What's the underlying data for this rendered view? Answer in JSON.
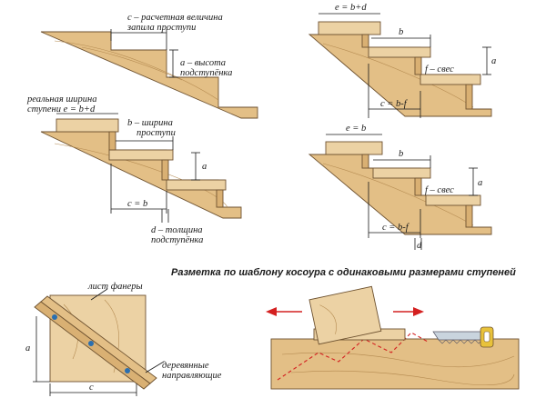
{
  "labels": {
    "c_cut": [
      "c – расчетная величина",
      "запила проступи"
    ],
    "a_riser": [
      "a – высота",
      "подступёнка"
    ],
    "real_width": [
      "реальная ширина",
      "ступени   e = b+d"
    ],
    "b_tread": [
      "b – ширина",
      "проступи"
    ],
    "a": "a",
    "c_eq_b": "c = b",
    "d_thick": [
      "d – толщина",
      "подступёнка"
    ],
    "e_bd": "e = b+d",
    "b": "b",
    "f_overhang": "f – свес",
    "c_bf": "c = b-f",
    "d": "d",
    "e_b": "e = b",
    "caption": "Разметка по шаблону косоура с одинаковыми размерами ступеней",
    "plywood": "лист фанеры",
    "guides": [
      "деревянные",
      "направляющие"
    ],
    "c": "c"
  }
}
